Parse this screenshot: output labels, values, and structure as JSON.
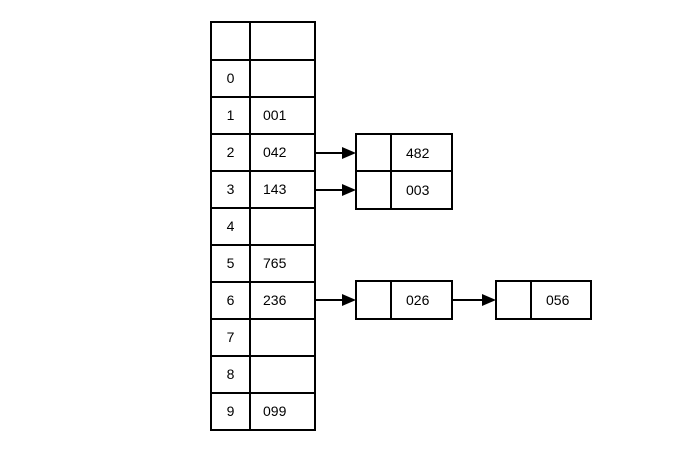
{
  "diagram": {
    "title": "hash-table-with-separate-chaining",
    "background_color": "#ffffff",
    "line_color": "#000000",
    "text_color": "#000000"
  },
  "hash_table": {
    "header": {
      "index_label": "",
      "value_label": ""
    },
    "rows": [
      {
        "index": "0",
        "value": ""
      },
      {
        "index": "1",
        "value": "001"
      },
      {
        "index": "2",
        "value": "042"
      },
      {
        "index": "3",
        "value": "143"
      },
      {
        "index": "4",
        "value": ""
      },
      {
        "index": "5",
        "value": "765"
      },
      {
        "index": "6",
        "value": "236"
      },
      {
        "index": "7",
        "value": ""
      },
      {
        "index": "8",
        "value": ""
      },
      {
        "index": "9",
        "value": "099"
      }
    ]
  },
  "chains": [
    {
      "from_slot": "2",
      "nodes": [
        {
          "pointer": "",
          "value": "482"
        }
      ]
    },
    {
      "from_slot": "3",
      "nodes": [
        {
          "pointer": "",
          "value": "003"
        }
      ]
    },
    {
      "from_slot": "6",
      "nodes": [
        {
          "pointer": "",
          "value": "026"
        },
        {
          "pointer": "",
          "value": "056"
        }
      ]
    }
  ]
}
